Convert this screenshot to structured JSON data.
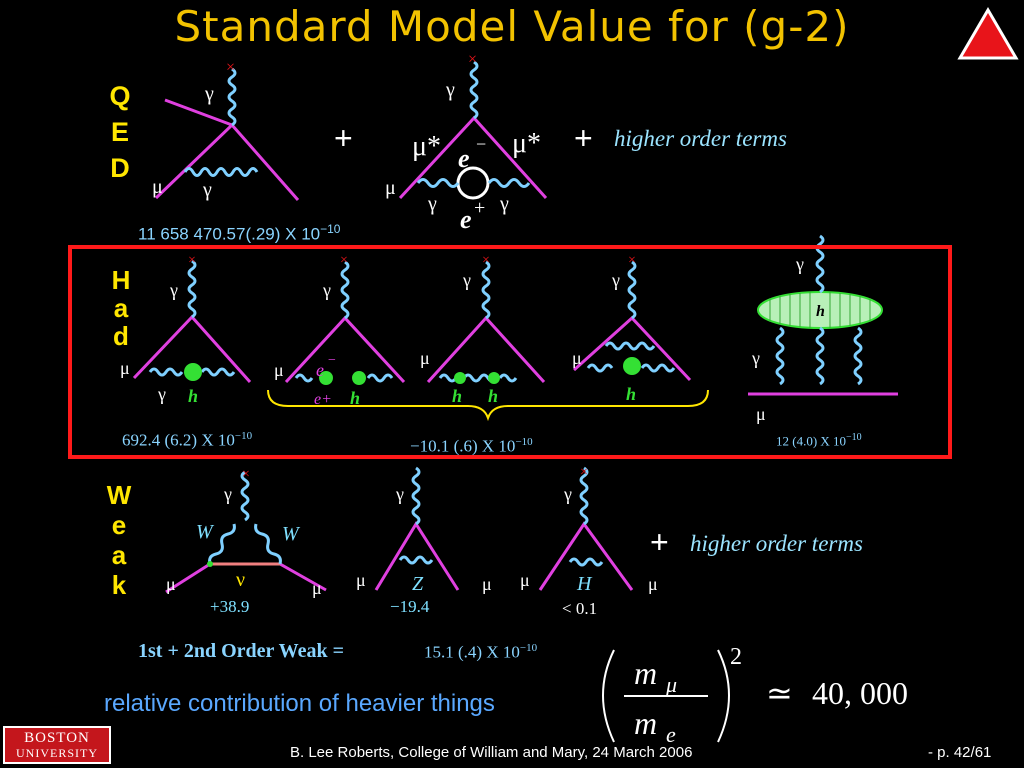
{
  "title": "Standard Model Value for (g-2)",
  "sections": {
    "qed_letters": [
      "Q",
      "E",
      "D"
    ],
    "had_letters": [
      "H",
      "a",
      "d"
    ],
    "weak_letters": [
      "W",
      "e",
      "a",
      "k"
    ]
  },
  "qed": {
    "plus1": "+",
    "plus2": "+",
    "higher_order": "higher order terms",
    "value": "11 658 470.57(.29) X 10",
    "value_exp": "−10",
    "mu_star": "μ*",
    "e_minus": "e",
    "e_plus": "e",
    "mu": "μ",
    "gamma": "γ"
  },
  "had": {
    "value1": "692.4 (6.2)  X 10",
    "value1_exp": "−10",
    "value2": "−10.1 (.6) X  10",
    "value2_exp": "−10",
    "value3": "12 (4.0)  X 10",
    "value3_exp": "−10",
    "h": "h",
    "e": "e",
    "e_plus": "e+"
  },
  "weak": {
    "W": "W",
    "nu": "ν",
    "Z": "Z",
    "H": "H",
    "c1": "+38.9",
    "c2": "−19.4",
    "c3": "< 0.1",
    "plus": "+",
    "higher_order": "higher order terms",
    "summary_label": "1st + 2nd Order Weak =",
    "summary_value": "15.1 (.4)  X 10",
    "summary_exp": "−10"
  },
  "relative_text": "relative contribution of heavier things",
  "formula": {
    "num": "m",
    "num_sub": "μ",
    "den": "m",
    "den_sub": "e",
    "power": "2",
    "approx": "≃",
    "result": "40, 000"
  },
  "footer": {
    "logo_line1": "BOSTON",
    "logo_line2": "UNIVERSITY",
    "credit": "B. Lee Roberts, College of William and Mary, 24 March 2006",
    "page": "- p. 42/61"
  },
  "colors": {
    "title": "#f2c200",
    "labels": "#ffe600",
    "diagram_lines": "#e040e0",
    "photon": "#7fd0ff",
    "box": "#ff1a1a",
    "blob": "#34e034"
  }
}
